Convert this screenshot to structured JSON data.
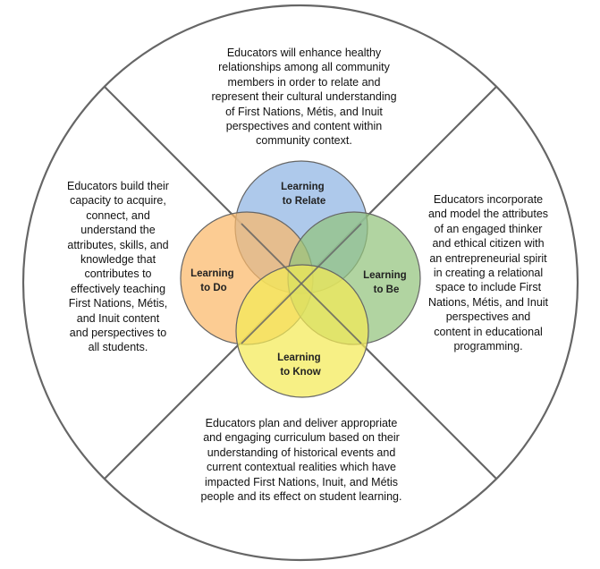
{
  "diagram": {
    "quadrants": {
      "top": "Educators will enhance healthy\nrelationships among all community\nmembers in order to relate and\nrepresent their cultural understanding\nof First Nations, Métis, and Inuit\nperspectives and content within\ncommunity context.",
      "left": "Educators build their\ncapacity to acquire,\nconnect, and\nunderstand the\nattributes, skills, and\nknowledge that\ncontributes to\neffectively teaching\nFirst Nations, Métis,\nand Inuit content\nand perspectives to\nall students.",
      "right": "Educators incorporate\nand model the attributes\nof an engaged thinker\nand ethical citizen with\nan entrepreneurial spirit\nin creating a relational\nspace to include First\nNations, Métis, and Inuit\nperspectives and\ncontent in educational\nprogramming.",
      "bottom": "Educators plan and deliver appropriate\nand engaging curriculum based on their\nunderstanding of historical events and\ncurrent contextual realities which have\nimpacted First Nations, Inuit, and Métis\npeople and its effect on student learning."
    },
    "circles": {
      "relate": {
        "line1": "Learning",
        "line2": "to Relate",
        "color": "#8fb4e3"
      },
      "do": {
        "line1": "Learning",
        "line2": "to Do",
        "color": "#fbb96a"
      },
      "be": {
        "line1": "Learning",
        "line2": "to Be",
        "color": "#93c47d"
      },
      "know": {
        "line1": "Learning",
        "line2": "to Know",
        "color": "#f4ea56"
      }
    },
    "outline_color": "#666666"
  }
}
